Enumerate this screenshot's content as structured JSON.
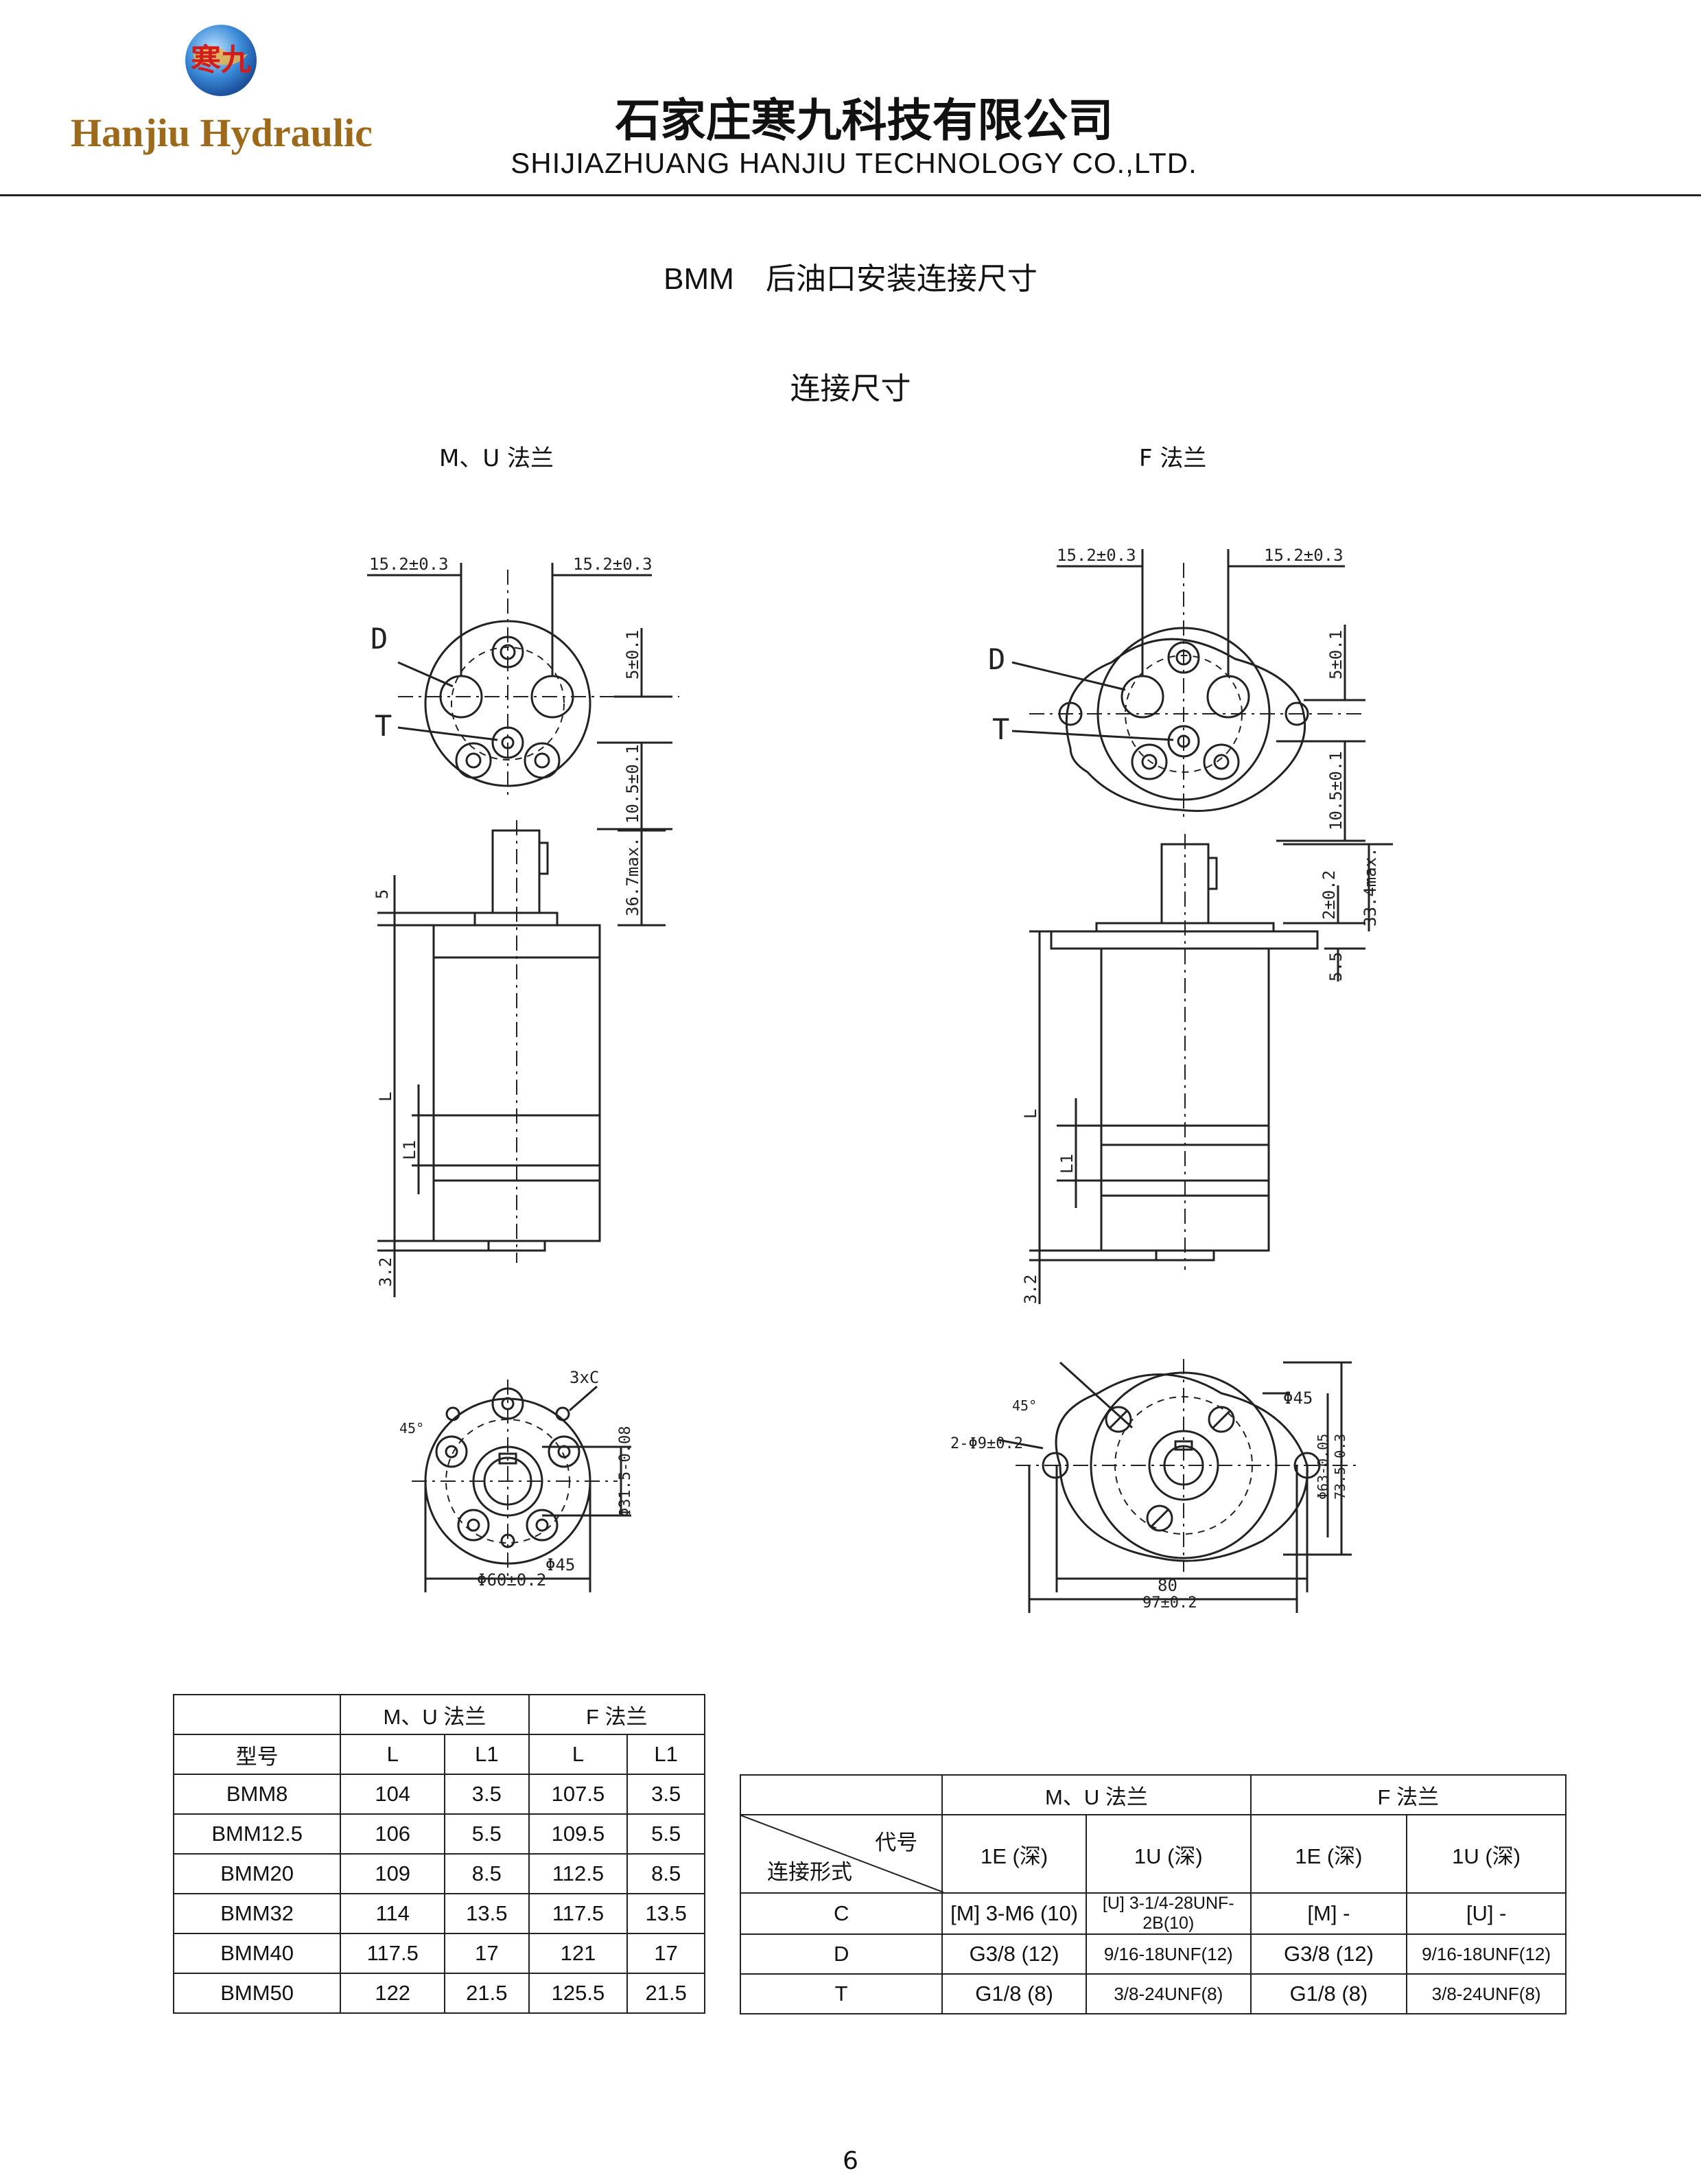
{
  "header": {
    "brand_name": "Hanjiu Hydraulic",
    "logo_chars": "寒九",
    "company_cn": "石家庄寒九科技有限公司",
    "company_en": "SHIJIAZHUANG HANJIU TECHNOLOGY CO.,LTD."
  },
  "title": {
    "model": "BMM",
    "text": "后油口安装连接尺寸"
  },
  "subtitle": "连接尺寸",
  "drawings": {
    "left_label": "M、U 法兰",
    "right_label": "F 法兰",
    "left": {
      "dim_15_left": "15.2±0.3",
      "dim_15_right": "15.2±0.3",
      "label_D": "D",
      "label_T": "T",
      "dim_5": "5±0.1",
      "dim_10_5": "10.5±0.1",
      "dim_36_7": "36.7max.",
      "dim_5_side": "5",
      "dim_L": "L",
      "dim_L1": "L1",
      "dim_3_2": "3.2",
      "bottom_3xc": "3xC",
      "bottom_45deg": "45°",
      "bottom_phi31": "Φ31.5-0.08",
      "bottom_phi45": "Φ45",
      "bottom_phi60": "Φ60±0.2"
    },
    "right": {
      "dim_15_left": "15.2±0.3",
      "dim_15_right": "15.2±0.3",
      "label_D": "D",
      "label_T": "T",
      "dim_5": "5±0.1",
      "dim_10_5": "10.5±0.1",
      "dim_2": "2±0.2",
      "dim_33_4": "33.4max.",
      "dim_5_5": "5.5",
      "dim_L": "L",
      "dim_L1": "L1",
      "dim_3_2": "3.2",
      "bottom_45deg": "45°",
      "bottom_phi45": "Φ45",
      "bottom_holes": "2-Φ9±0.2",
      "bottom_phi63": "Φ63-0.05",
      "bottom_73_5": "73.5-0.3",
      "bottom_80": "80",
      "bottom_97": "97±0.2"
    }
  },
  "table_dims": {
    "group_mu": "M、U 法兰",
    "group_f": "F 法兰",
    "col_model": "型号",
    "col_L": "L",
    "col_L1": "L1",
    "rows": [
      {
        "model": "BMM8",
        "mu_L": "104",
        "mu_L1": "3.5",
        "f_L": "107.5",
        "f_L1": "3.5"
      },
      {
        "model": "BMM12.5",
        "mu_L": "106",
        "mu_L1": "5.5",
        "f_L": "109.5",
        "f_L1": "5.5"
      },
      {
        "model": "BMM20",
        "mu_L": "109",
        "mu_L1": "8.5",
        "f_L": "112.5",
        "f_L1": "8.5"
      },
      {
        "model": "BMM32",
        "mu_L": "114",
        "mu_L1": "13.5",
        "f_L": "117.5",
        "f_L1": "13.5"
      },
      {
        "model": "BMM40",
        "mu_L": "117.5",
        "mu_L1": "17",
        "f_L": "121",
        "f_L1": "17"
      },
      {
        "model": "BMM50",
        "mu_L": "122",
        "mu_L1": "21.5",
        "f_L": "125.5",
        "f_L1": "21.5"
      }
    ]
  },
  "table_ports": {
    "group_mu": "M、U 法兰",
    "group_f": "F 法兰",
    "corner_top": "代号",
    "corner_bottom": "连接形式",
    "col_1e": "1E (深)",
    "col_1u": "1U (深)",
    "rows": [
      {
        "port": "C",
        "mu_1e": "[M] 3-M6 (10)",
        "mu_1u": "[U] 3-1/4-28UNF-2B(10)",
        "f_1e": "[M] -",
        "f_1u": "[U] -"
      },
      {
        "port": "D",
        "mu_1e": "G3/8 (12)",
        "mu_1u": "9/16-18UNF(12)",
        "f_1e": "G3/8 (12)",
        "f_1u": "9/16-18UNF(12)"
      },
      {
        "port": "T",
        "mu_1e": "G1/8 (8)",
        "mu_1u": "3/8-24UNF(8)",
        "f_1e": "G1/8 (8)",
        "f_1u": "3/8-24UNF(8)"
      }
    ]
  },
  "page_number": "6"
}
